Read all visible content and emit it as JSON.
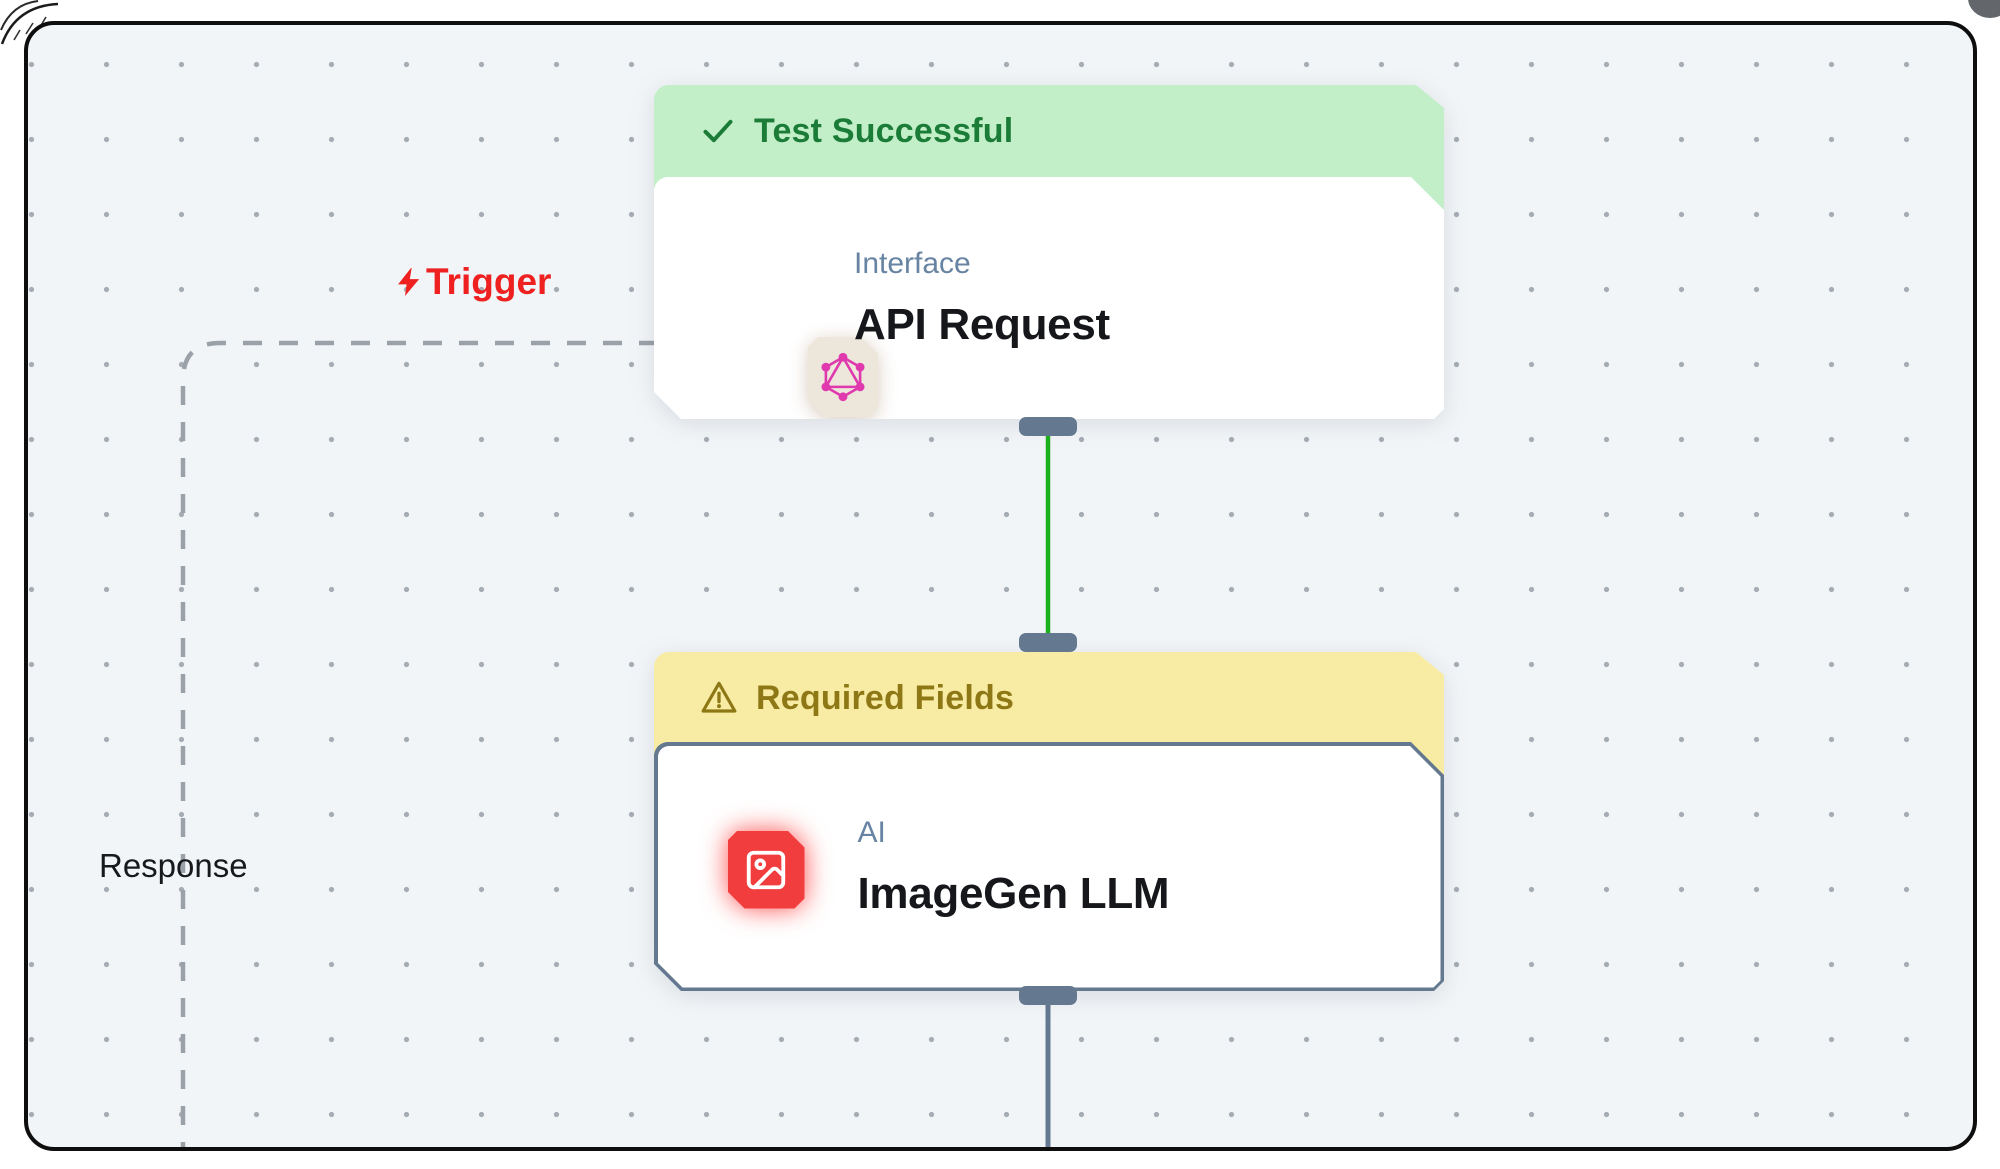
{
  "edge_labels": {
    "trigger": "Trigger",
    "response": "Response"
  },
  "nodes": [
    {
      "banner": {
        "label": "Test Successful",
        "state": "success"
      },
      "category": "Interface",
      "title": "API Request",
      "icon": "graphql-icon"
    },
    {
      "banner": {
        "label": "Required Fields",
        "state": "warning"
      },
      "category": "AI",
      "title": "ImageGen LLM",
      "icon": "image-icon"
    }
  ],
  "colors": {
    "success_banner_bg": "#c2eec8",
    "success_banner_text": "#1b7c38",
    "warning_banner_bg": "#f8eca4",
    "warning_banner_text": "#8e7816",
    "edge_success_green": "#1cb01c",
    "port_slate": "#64798f",
    "trigger_red": "#ee2020",
    "imagegen_icon_red": "#f13d3d",
    "graphql_pink": "#e039ae",
    "canvas_bg": "#f2f5f7"
  }
}
